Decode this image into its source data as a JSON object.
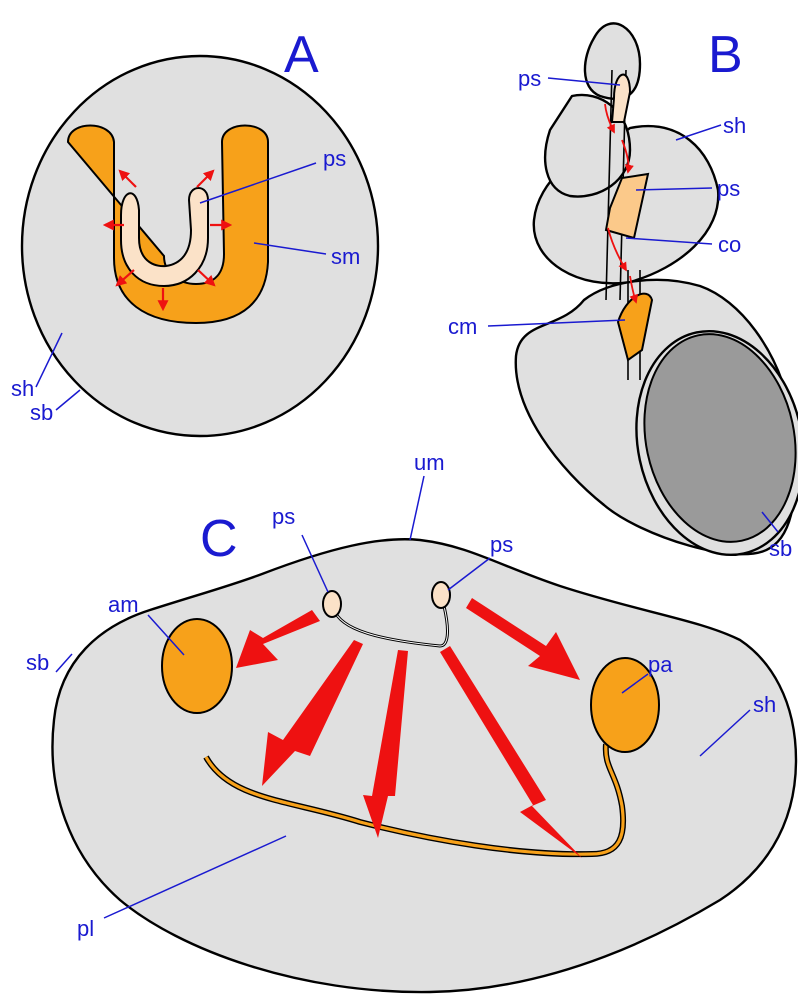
{
  "colors": {
    "shell": "#e0e0e0",
    "muscle": "#f7a11a",
    "protoconch_scar": "#fbe2c8",
    "arrow": "#ee1111",
    "label": "#1a1ad0",
    "aperture": "#9a9a9a"
  },
  "panels": {
    "a": {
      "letter": "A",
      "labels": {
        "ps": "ps",
        "sm": "sm",
        "sh": "sh",
        "sb": "sb"
      }
    },
    "b": {
      "letter": "B",
      "labels": {
        "ps_top": "ps",
        "sh": "sh",
        "ps_mid": "ps",
        "co": "co",
        "cm": "cm",
        "sb": "sb"
      }
    },
    "c": {
      "letter": "C",
      "labels": {
        "um": "um",
        "ps_left": "ps",
        "ps_right": "ps",
        "am": "am",
        "pa": "pa",
        "sb": "sb",
        "sh": "sh",
        "pl": "pl"
      }
    }
  }
}
